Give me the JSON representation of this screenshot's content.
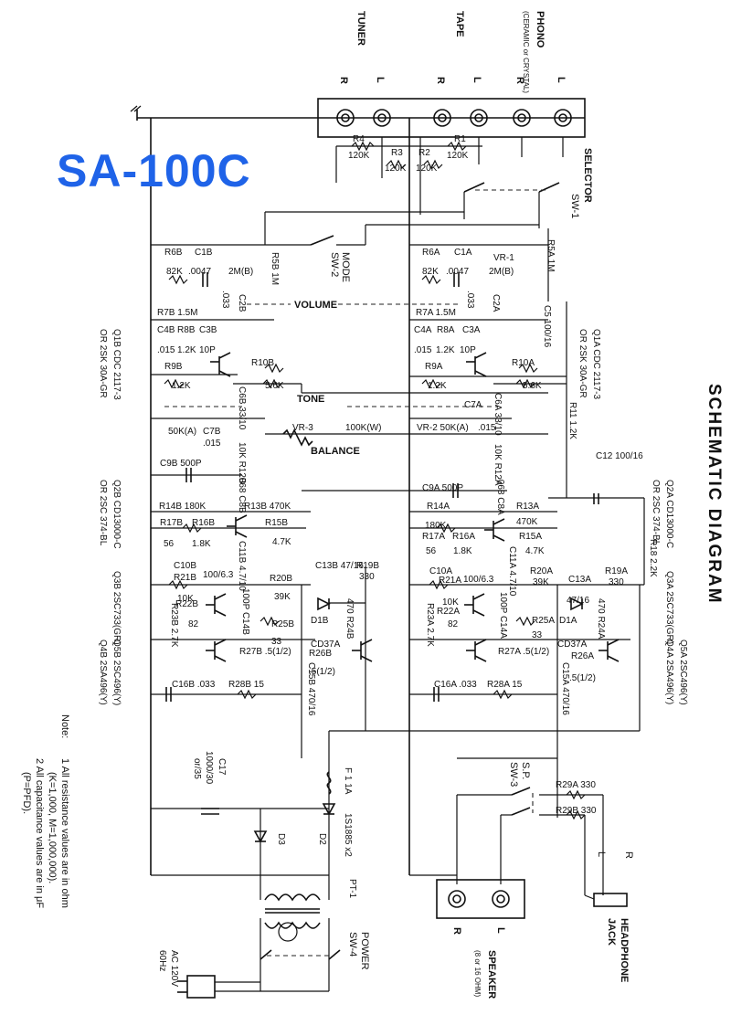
{
  "model": "SA-100C",
  "title": "SCHEMATIC DIAGRAM",
  "inputs": {
    "phono": "PHONO",
    "phono_note": "(CERAMIC or CRYSTAL)",
    "tape": "TAPE",
    "tuner": "TUNER",
    "left": "L",
    "right": "R"
  },
  "controls": {
    "selector": "SELECTOR",
    "selector_ref": "SW-1",
    "mode": "MODE",
    "mode_ref": "SW-2",
    "volume": "VOLUME",
    "tone": "TONE",
    "balance": "BALANCE",
    "sp_switch": "S.P.",
    "sp_switch_ref": "SW-3",
    "power": "POWER",
    "power_ref": "SW-4"
  },
  "labels_b": {
    "R6B": "R6B",
    "R6B_v": "82K",
    "C1B": "C1B",
    "C1B_v": ".0047",
    "R5B": "R5B 1M",
    "VR1B": "2M(B)",
    "C2B": "C2B",
    "C2B_v": ".033",
    "R7B": "R7B 1.5M",
    "C4B": "C4B",
    "C4B_v": ".015",
    "R8B": "R8B",
    "R8B_v": "1.2K",
    "C3B": "C3B",
    "C3B_v": "10P",
    "R9B": "R9B",
    "R9B_v": "1.2K",
    "R10B": "R10B",
    "R10B_v": "5.6K",
    "C6B": "C6B 33/10",
    "VR2B": "50K(A)",
    "C7B": "C7B",
    "C7B_v": ".015",
    "R12B": "10K R12B",
    "C8B": ".068 C8B",
    "C9B": "C9B 500P",
    "R14B": "R14B 180K",
    "R13B": "R13B 470K",
    "R17B": "R17B",
    "R17B_v": "56",
    "R16B": "R16B",
    "R16B_v": "1.8K",
    "R15B": "R15B",
    "R15B_v": "4.7K",
    "C10B": "C10B",
    "C10B_v": "100/6.3",
    "C11B": "C11B 4.7/10",
    "R21B": "R21B",
    "R21B_v": "10K",
    "R20B": "R20B",
    "R20B_v": "39K",
    "C13B": "C13B 47/16",
    "R19B": "R19B",
    "R19B_v": "330",
    "R22B": "R22B",
    "R22B_v": "82",
    "C14B": "100P C14B",
    "R24B": "470 R24B",
    "D1B": "D1B",
    "R23B": "R23B 2.7K",
    "R25B": "R25B",
    "R25B_v": "33",
    "CD37B": "CD37A",
    "R27B": "R27B .5(1/2)",
    "R26B": "R26B",
    "R26B_v": ".5(1/2)",
    "C15B": "C15B 470/16",
    "C16B": "C16B .033",
    "R28B": "R28B 15"
  },
  "labels_a": {
    "R6A": "R6A",
    "R6A_v": "82K",
    "C1A": "C1A",
    "C1A_v": ".0047",
    "VR1": "VR-1",
    "VR1_v": "2M(B)",
    "R5A": "R5A 1M",
    "C2A": "C2A",
    "C2A_v": ".033",
    "C5": "C5 100/16",
    "R7A": "R7A 1.5M",
    "C4A": "C4A",
    "C4A_v": ".015",
    "R8A": "R8A",
    "R8A_v": "1.2K",
    "C3A": "C3A",
    "C3A_v": "10P",
    "R9A": "R9A",
    "R9A_v": "1.2K",
    "R10A": "R10A",
    "R10A_v": "5.6K",
    "R11": "R11 1.2K",
    "C7A": "C7A",
    "C6A": "C6A 33/10",
    "VR3": "VR-3",
    "VR3_v": "100K(W)",
    "VR2A": "VR-2 50K(A)",
    "C7A_v": ".015",
    "R12A": "10K R12A",
    "C12": "C12 100/16",
    "C9A": "C9A 500P",
    "C8A": ".068 C8A",
    "R14A": "R14A",
    "R14A_v": "180K",
    "R13A": "R13A",
    "R13A_v": "470K",
    "R18": "R18 2.2K",
    "R17A": "R17A",
    "R17A_v": "56",
    "R16A": "R16A",
    "R16A_v": "1.8K",
    "R15A": "R15A",
    "R15A_v": "4.7K",
    "C10A": "C10A",
    "C10A_v": "100/6.3",
    "C11A": "C11A 4.7/10",
    "R21A": "R21A",
    "R21A_v": "10K",
    "R20A": "R20A",
    "R20A_v": "39K",
    "C13A": "C13A",
    "C13A_v": "47/16",
    "R19A": "R19A",
    "R19A_v": "330",
    "R22A": "R22A",
    "R22A_v": "82",
    "C14A": "100P C14A",
    "R24A": "470 R24A",
    "D1A": "D1A",
    "R23A": "R23A 2.7K",
    "R25A": "R25A",
    "R25A_v": "33",
    "CD37A": "CD37A",
    "R27A": "R27A .5(1/2)",
    "R26A": "R26A",
    "R26A_v": ".5(1/2)",
    "C15A": "C15A 470/16",
    "C16A": "C16A .033",
    "R28A": "R28A 15",
    "R1": "R1",
    "R1_v": "120K",
    "R2": "R2",
    "R2_v": "120K",
    "R3": "R3",
    "R3_v": "120K",
    "R4": "R4",
    "R4_v": "120K"
  },
  "transistors": {
    "Q1A": "Q1A CDC 2117-3",
    "Q1A_alt": "OR 2SK 30A-GR",
    "Q1B": "Q1B CDC 2117-3",
    "Q1B_alt": "OR 2SK 30A-GR",
    "Q2A": "Q2A CD13000-C",
    "Q2A_alt": "OR 2SC 374-BL",
    "Q2B": "Q2B CD13000-C",
    "Q2B_alt": "OR 2SC 374-BL",
    "Q3A": "Q3A 2SC733(GR)",
    "Q3B": "Q3B 2SC733(GR)",
    "Q4A": "Q4A 2SA496(Y)",
    "Q4B": "Q4B 2SA496(Y)",
    "Q5A": "Q5A 2SC496(Y)",
    "Q5B": "Q5B 2SC496(Y)"
  },
  "power_supply": {
    "C17": "C17",
    "C17_v": "1000/30",
    "C17_alt": "or/35",
    "F1": "F 1 1A",
    "diodes": "1S1885 x2",
    "D2": "D2",
    "D3": "D3",
    "PT1": "PT-1",
    "mains": "AC 120V",
    "mains_freq": "60Hz"
  },
  "outputs": {
    "speaker": "SPEAKER",
    "speaker_note": "(8 or 16 OHM)",
    "headphone": "HEADPHONE",
    "headphone_2": "JACK",
    "R29A": "R29A 330",
    "R29B": "R29B 330"
  },
  "notes": {
    "heading": "Note:",
    "n1": "1  All resistance values are in ohm",
    "n1b": "(K=1,000, M=1,000,000).",
    "n2": "2  All capacitance values are in μF",
    "n2b": "(P=PFD)."
  }
}
